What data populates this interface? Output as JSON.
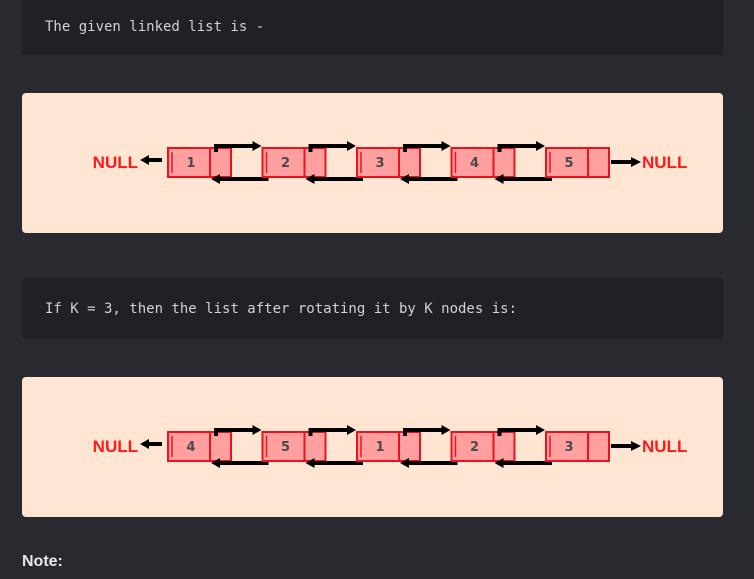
{
  "intro_text": "The given linked list is -",
  "rotation_text": "If K = 3, then the list after rotating it by K nodes is:",
  "note_label": "Note:",
  "colors": {
    "background": "#282a30",
    "code_block": "#1f2126",
    "figure_bg": "#ffe5d2",
    "node_fill": "#ff9f9f",
    "node_border": "#e8131c",
    "null_text": "#ff1a1a",
    "arrow": "#000000"
  },
  "figures": [
    {
      "null_left": "NULL",
      "null_right": "NULL",
      "nodes": [
        "1",
        "2",
        "3",
        "4",
        "5"
      ]
    },
    {
      "null_left": "NULL",
      "null_right": "NULL",
      "nodes": [
        "4",
        "5",
        "1",
        "2",
        "3"
      ]
    }
  ]
}
